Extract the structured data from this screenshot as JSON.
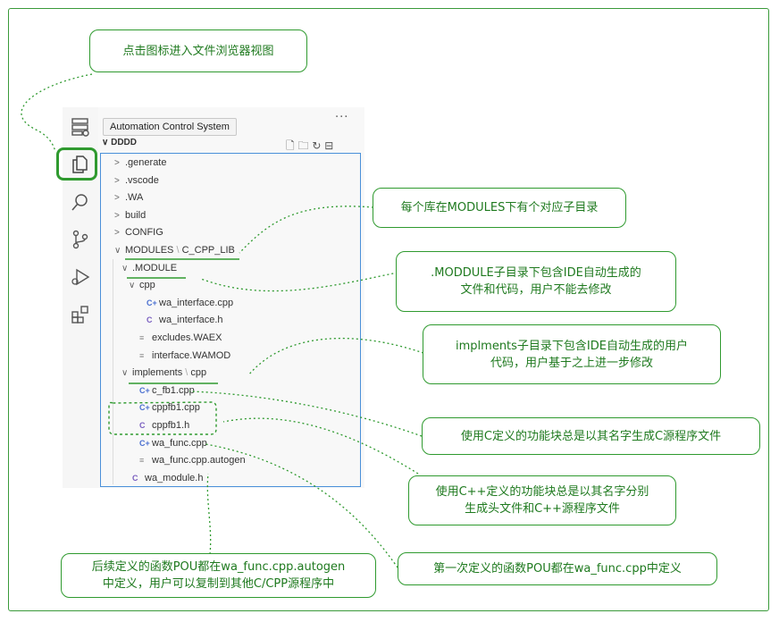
{
  "colors": {
    "accent": "#2f9a2f",
    "note_text": "#1f7a1f",
    "selection_border": "#4a90d9"
  },
  "explorer": {
    "tooltip": "Automation Control System",
    "more_label": "···",
    "section_chevron": "∨",
    "section_title": "DDDD",
    "tools": [
      "new-file-icon",
      "new-folder-icon",
      "refresh-icon",
      "collapse-all-icon"
    ],
    "tree": [
      {
        "indent": 0,
        "chevron": ">",
        "icon": "",
        "name": ".generate"
      },
      {
        "indent": 0,
        "chevron": ">",
        "icon": "",
        "name": ".vscode"
      },
      {
        "indent": 0,
        "chevron": ">",
        "icon": "",
        "name": ".WA"
      },
      {
        "indent": 0,
        "chevron": ">",
        "icon": "",
        "name": "build"
      },
      {
        "indent": 0,
        "chevron": ">",
        "icon": "",
        "name": "CONFIG"
      },
      {
        "indent": 0,
        "chevron": "∨",
        "icon": "",
        "name": "MODULES",
        "suffix": "C_CPP_LIB"
      },
      {
        "indent": 1,
        "chevron": "∨",
        "icon": "",
        "name": ".MODULE"
      },
      {
        "indent": 2,
        "chevron": "∨",
        "icon": "",
        "name": "cpp"
      },
      {
        "indent": 3,
        "chevron": "",
        "icon": "cpp",
        "name": "wa_interface.cpp"
      },
      {
        "indent": 3,
        "chevron": "",
        "icon": "h",
        "name": "wa_interface.h"
      },
      {
        "indent": 2,
        "chevron": "",
        "icon": "txt",
        "name": "excludes.WAEX"
      },
      {
        "indent": 2,
        "chevron": "",
        "icon": "txt",
        "name": "interface.WAMOD"
      },
      {
        "indent": 1,
        "chevron": "∨",
        "icon": "",
        "name": "implements",
        "suffix": "cpp"
      },
      {
        "indent": 2,
        "chevron": "",
        "icon": "cpp",
        "name": "c_fb1.cpp"
      },
      {
        "indent": 2,
        "chevron": "",
        "icon": "cpp",
        "name": "cppfb1.cpp"
      },
      {
        "indent": 2,
        "chevron": "",
        "icon": "h",
        "name": "cppfb1.h"
      },
      {
        "indent": 2,
        "chevron": "",
        "icon": "cpp",
        "name": "wa_func.cpp"
      },
      {
        "indent": 2,
        "chevron": "",
        "icon": "txt",
        "name": "wa_func.cpp.autogen"
      },
      {
        "indent": 1,
        "chevron": "",
        "icon": "h",
        "name": "wa_module.h"
      }
    ]
  },
  "activity_bar": [
    "remote-explorer-icon",
    "explorer-icon",
    "search-icon",
    "source-control-icon",
    "run-debug-icon",
    "extensions-icon"
  ],
  "annotations": {
    "explorer_view": [
      "点击图标进入文件浏览器视图"
    ],
    "modules_dirs": [
      "每个库在MODULES下有个对应子目录"
    ],
    "module_dir": [
      ".MODDULE子目录下包含IDE自动生成的",
      "文件和代码，用户不能去修改"
    ],
    "implements_dir": [
      "implments子目录下包含IDE自动生成的用户",
      "代码，用户基于之上进一步修改"
    ],
    "c_fb": [
      "使用C定义的功能块总是以其名字生成C源程序文件"
    ],
    "cpp_fb": [
      "使用C++定义的功能块总是以其名字分别",
      "生成头文件和C++源程序文件"
    ],
    "first_pou": [
      "第一次定义的函数POU都在wa_func.cpp中定义"
    ],
    "later_pou": [
      "后续定义的函数POU都在wa_func.cpp.autogen",
      "中定义，用户可以复制到其他C/CPP源程序中"
    ]
  }
}
